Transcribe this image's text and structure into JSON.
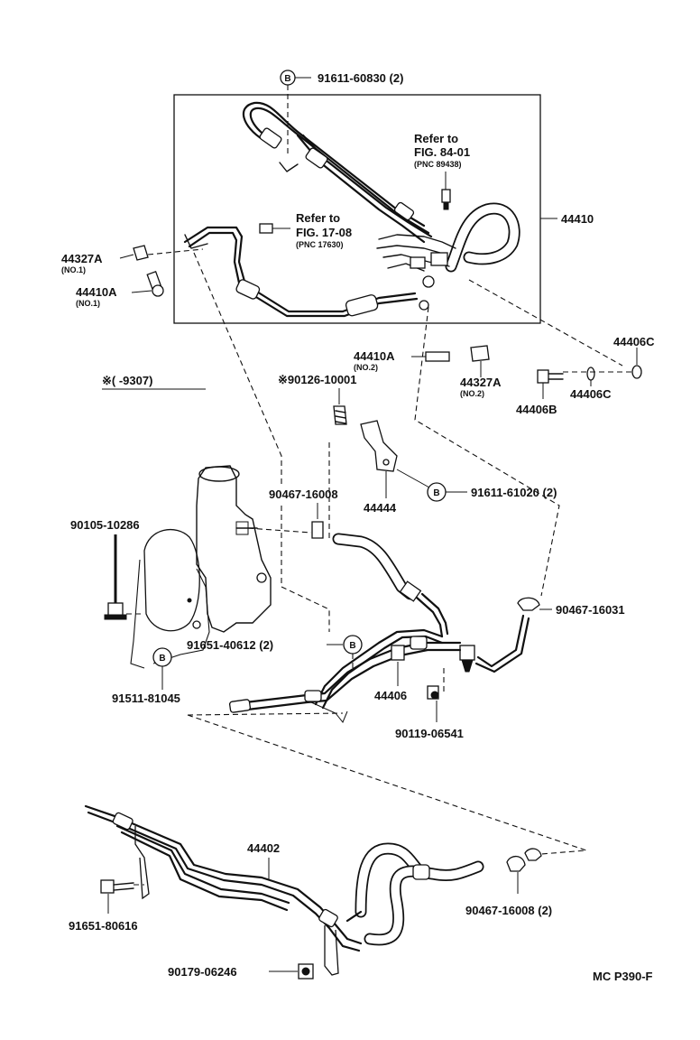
{
  "labels": {
    "bolt_top": "91611-60830 (2)",
    "refer_a_1": "Refer to",
    "refer_a_2": "FIG. 84-01",
    "refer_a_3": "(PNC 89438)",
    "refer_b_1": "Refer to",
    "refer_b_2": "FIG. 17-08",
    "refer_b_3": "(PNC 17630)",
    "p44410": "44410",
    "p44327A_1": "44327A",
    "p44327A_1_sub": "(NO.1)",
    "p44410A_1": "44410A",
    "p44410A_1_sub": "(NO.1)",
    "p44410A_2": "44410A",
    "p44410A_2_sub": "(NO.2)",
    "p44327A_2": "44327A",
    "p44327A_2_sub": "(NO.2)",
    "p44406C_a": "44406C",
    "p44406C_b": "44406C",
    "p44406B": "44406B",
    "note": "※(      -9307)",
    "p90126": "※90126-10001",
    "p90467_a": "90467-16008",
    "p44444": "44444",
    "p91611_61020": "91611-61020 (2)",
    "p90105": "90105-10286",
    "p90467_16031": "90467-16031",
    "p91651_40612": "91651-40612 (2)",
    "p91511": "91511-81045",
    "p44406": "44406",
    "p90119": "90119-06541",
    "p44402": "44402",
    "p91651_80616": "91651-80616",
    "p90467_16008_2": "90467-16008 (2)",
    "p90179": "90179-06246",
    "footer_code": "MC P390-F"
  },
  "markers": {
    "b_letter": "B"
  }
}
